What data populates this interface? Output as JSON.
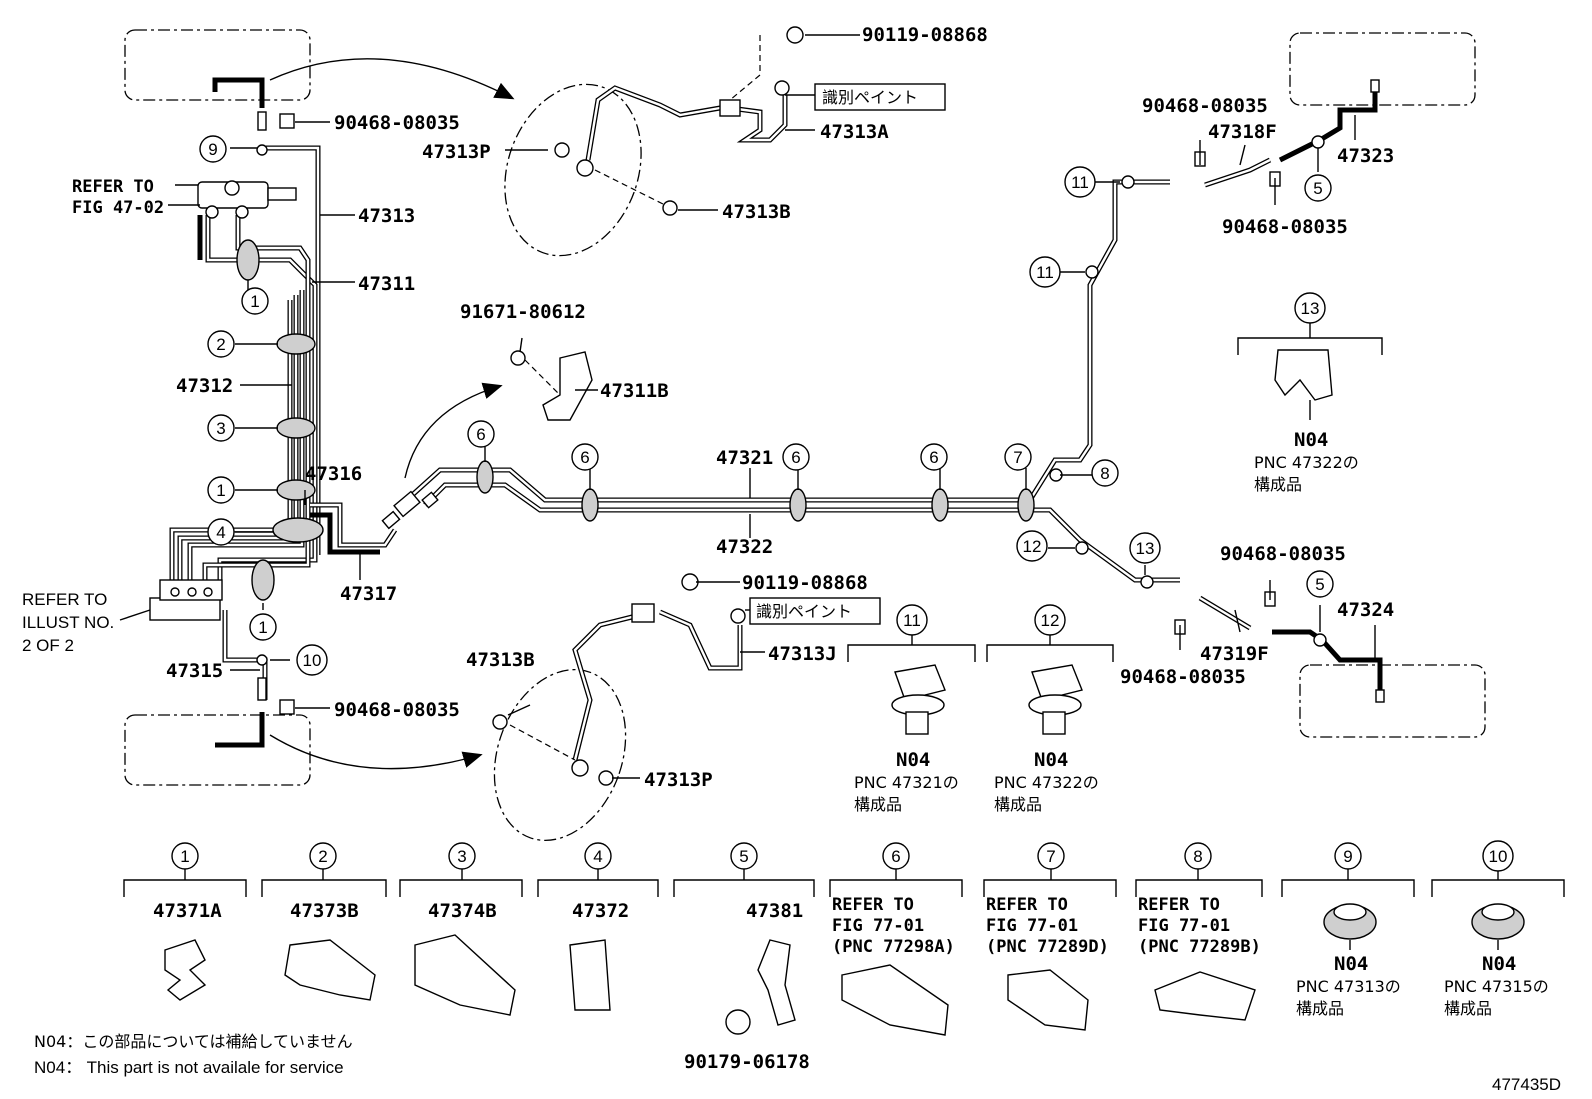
{
  "labels": {
    "p90119_top": "90119-08868",
    "p90468_a": "90468-08035",
    "p47313A": "47313A",
    "p47313P_top": "47313P",
    "p47313B_top": "47313B",
    "p47313": "47313",
    "p47311": "47311",
    "p47312": "47312",
    "p47316": "47316",
    "p47317": "47317",
    "p47315": "47315",
    "p90468_b": "90468-08035",
    "p91671": "91671-80612",
    "p47311B": "47311B",
    "p47321": "47321",
    "p47322": "47322",
    "p90119_mid": "90119-08868",
    "p47313J": "47313J",
    "p47313B_low": "47313B",
    "p47313P_low": "47313P",
    "p90468_c": "90468-08035",
    "p47318F": "47318F",
    "p90468_d": "90468-08035",
    "p47323": "47323",
    "p90468_e": "90468-08035",
    "p90468_f": "90468-08035",
    "p47319F": "47319F",
    "p47324": "47324",
    "p90179": "90179-06178",
    "drawing_no": "477435D"
  },
  "tags": {
    "shikibetsu1": "識別ペイント",
    "shikibetsu2": "識別ペイント"
  },
  "refs": {
    "fig4702_a": "REFER TO",
    "fig4702_b": "FIG 47-02",
    "illust_a": "REFER TO",
    "illust_b": "ILLUST NO.",
    "illust_c": "2 OF 2"
  },
  "callouts": {
    "n1": "1",
    "n2": "2",
    "n3": "3",
    "n4": "4",
    "n5": "5",
    "n6": "6",
    "n7": "7",
    "n8": "8",
    "n9": "9",
    "n10": "10",
    "n11": "11",
    "n12": "12",
    "n13": "13"
  },
  "clamps": {
    "c1": "47371A",
    "c2": "47373B",
    "c3": "47374B",
    "c4": "47372",
    "c5": "47381",
    "c6a": "REFER TO",
    "c6b": "FIG 77-01",
    "c6c": "(PNC 77298A)",
    "c7a": "REFER TO",
    "c7b": "FIG 77-01",
    "c7c": "(PNC 77289D)",
    "c8a": "REFER TO",
    "c8b": "FIG 77-01",
    "c8c": "(PNC 77289B)",
    "c9": "N04",
    "c9a": "PNC 47313の",
    "c9b": "構成品",
    "c10": "N04",
    "c10a": "PNC 47315の",
    "c10b": "構成品",
    "c11": "N04",
    "c11a": "PNC 47321の",
    "c11b": "構成品",
    "c12": "N04",
    "c12a": "PNC 47322の",
    "c12b": "構成品",
    "c13": "N04",
    "c13a": "PNC 47322の",
    "c13b": "構成品"
  },
  "notes": {
    "jp": "N04：この部品については補給していません",
    "en": "N04： This part is not availale for service"
  }
}
